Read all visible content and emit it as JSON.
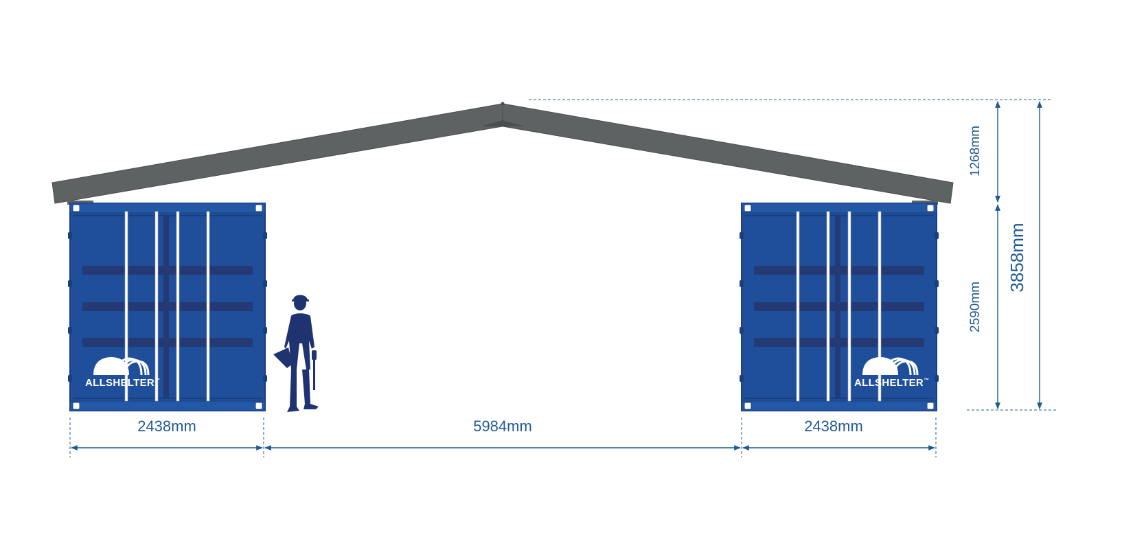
{
  "brand": "ALLSHELTER",
  "brand_trademark": "™",
  "dimensions": {
    "container_left_width": "2438mm",
    "gap_width": "5984mm",
    "container_right_width": "2438mm",
    "roof_rise": "1268mm",
    "container_height": "2590mm",
    "total_height": "3858mm"
  },
  "colors": {
    "container": "#1f4f9a",
    "container_dark": "#233a75",
    "roof": "#5f6263",
    "dimension_line": "#1f5a94",
    "person": "#1f3370"
  }
}
